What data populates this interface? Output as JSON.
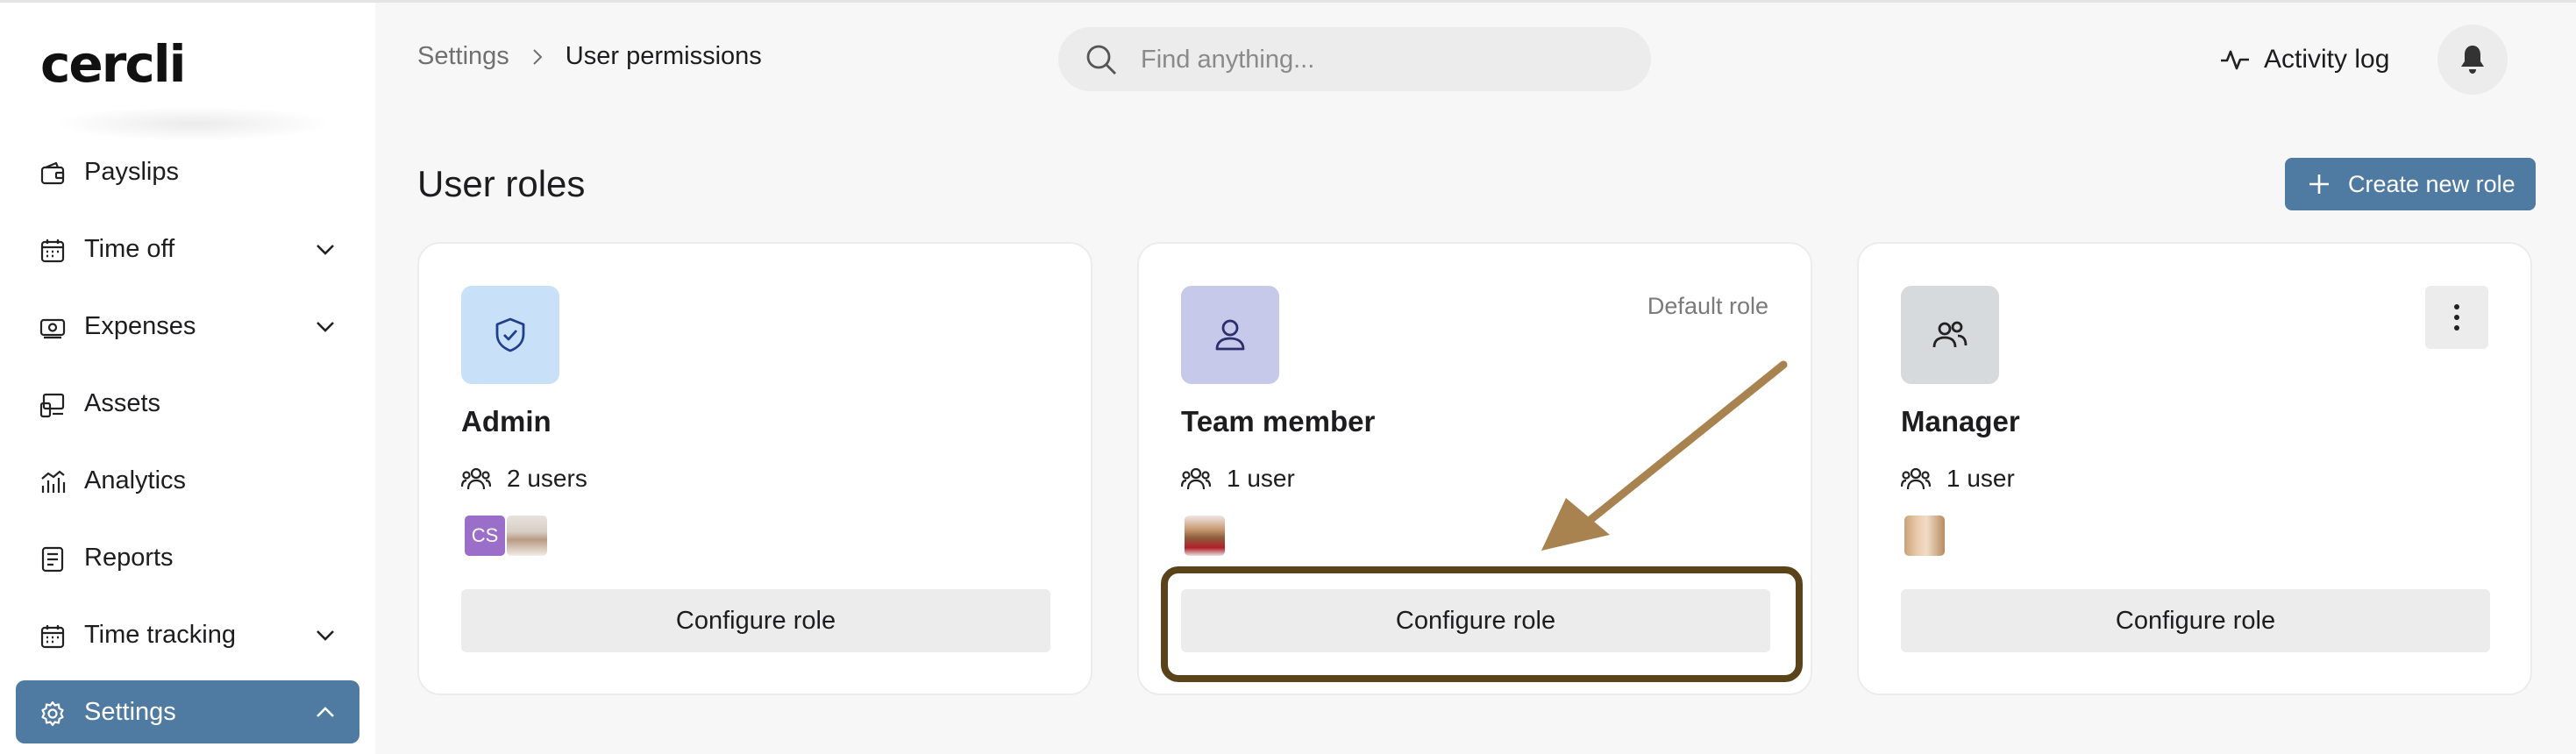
{
  "app": {
    "logo": "cercli"
  },
  "sidebar": {
    "items": [
      {
        "label": "Payslips",
        "icon": "wallet-icon",
        "has_chevron": false
      },
      {
        "label": "Time off",
        "icon": "calendar-icon",
        "has_chevron": true
      },
      {
        "label": "Expenses",
        "icon": "money-icon",
        "has_chevron": true
      },
      {
        "label": "Assets",
        "icon": "devices-icon",
        "has_chevron": false
      },
      {
        "label": "Analytics",
        "icon": "analytics-icon",
        "has_chevron": false
      },
      {
        "label": "Reports",
        "icon": "report-icon",
        "has_chevron": false
      },
      {
        "label": "Time tracking",
        "icon": "calendar-icon",
        "has_chevron": true
      },
      {
        "label": "Settings",
        "icon": "gear-icon",
        "has_chevron": true,
        "active": true
      }
    ]
  },
  "header": {
    "breadcrumb": {
      "parent": "Settings",
      "current": "User permissions"
    },
    "search": {
      "placeholder": "Find anything..."
    },
    "activity_label": "Activity log"
  },
  "main": {
    "title": "User roles",
    "create_button": "Create new role",
    "roles": [
      {
        "name": "Admin",
        "users": "2 users",
        "icon": "shield-check-icon",
        "icon_bg": "#c8e0f8",
        "avatar_initials": "CS",
        "configure": "Configure role"
      },
      {
        "name": "Team member",
        "users": "1 user",
        "icon": "user-icon",
        "icon_bg": "#c6c9ea",
        "tag": "Default role",
        "configure": "Configure role"
      },
      {
        "name": "Manager",
        "users": "1 user",
        "icon": "users-icon",
        "icon_bg": "#d6dadd",
        "configure": "Configure role"
      }
    ]
  },
  "colors": {
    "accent": "#4f7aa1",
    "annotation_arrow": "#a8824f",
    "annotation_box": "#5a4318"
  }
}
